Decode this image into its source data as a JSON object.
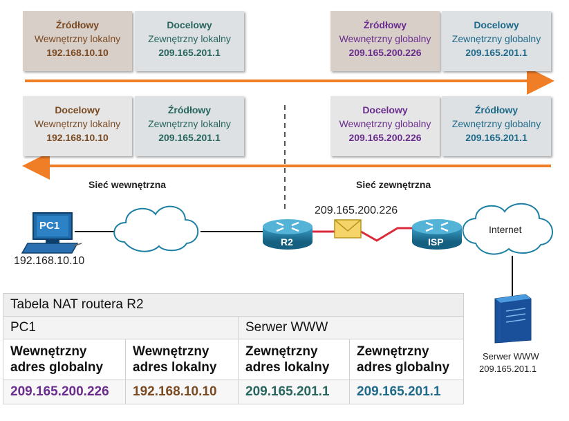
{
  "top_boxes": [
    {
      "title": "Źródłowy",
      "subtitle": "Wewnętrzny lokalny",
      "address": "192.168.10.10"
    },
    {
      "title": "Docelowy",
      "subtitle": "Zewnętrzny lokalny",
      "address": "209.165.201.1"
    },
    {
      "title": "Źródłowy",
      "subtitle": "Wewnętrzny globalny",
      "address": "209.165.200.226"
    },
    {
      "title": "Docelowy",
      "subtitle": "Zewnętrzny globalny",
      "address": "209.165.201.1"
    }
  ],
  "bottom_boxes": [
    {
      "title": "Docelowy",
      "subtitle": "Wewnętrzny lokalny",
      "address": "192.168.10.10"
    },
    {
      "title": "Źródłowy",
      "subtitle": "Zewnętrzny lokalny",
      "address": "209.165.201.1"
    },
    {
      "title": "Docelowy",
      "subtitle": "Wewnętrzny globalny",
      "address": "209.165.200.226"
    },
    {
      "title": "Źródłowy",
      "subtitle": "Zewnętrzny globalny",
      "address": "209.165.201.1"
    }
  ],
  "labels": {
    "inside_network": "Sieć wewnętrzna",
    "outside_network": "Sieć zewnętrzna",
    "packet_address": "209.165.200.226",
    "pc_name": "PC1",
    "pc_address": "192.168.10.10",
    "r2": "R2",
    "isp": "ISP",
    "internet": "Internet",
    "server_name": "Serwer WWW",
    "server_address": "209.165.201.1"
  },
  "nat_table": {
    "title": "Tabela NAT routera R2",
    "section_pc": "PC1",
    "section_server": "Serwer WWW",
    "headers": [
      {
        "line1": "Wewnętrzny",
        "line2": "adres globalny"
      },
      {
        "line1": "Wewnętrzny",
        "line2": "adres lokalny"
      },
      {
        "line1": "Zewnętrzny",
        "line2": "adres lokalny"
      },
      {
        "line1": "Zewnętrzny",
        "line2": "adres globalny"
      }
    ],
    "values": [
      "209.165.200.226",
      "192.168.10.10",
      "209.165.201.1",
      "209.165.201.1"
    ]
  },
  "colors": {
    "arrow": "#f07e26",
    "router": "#1c7fa3",
    "link_red": "#d92b3a",
    "inside_local": "#7a4a22",
    "outside_local": "#27655e",
    "inside_global": "#6a2d8d",
    "outside_global": "#1f6a8a"
  }
}
